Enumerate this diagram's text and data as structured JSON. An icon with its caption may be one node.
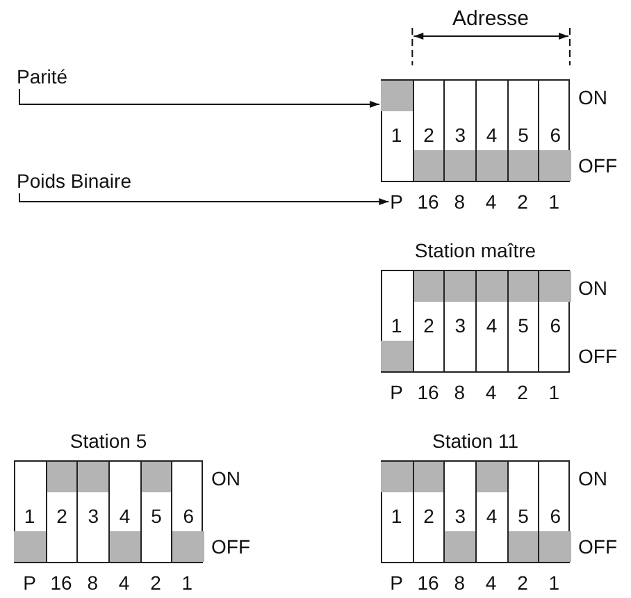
{
  "diagram": {
    "nodes": [
      {
        "text": [
          "Parité"
        ]
      },
      {
        "text": [],
        "shape": "box"
      },
      {
        "text": [
          "1"
        ],
        "in": 1
      },
      {
        "text": [
          "2"
        ],
        "in": 1
      },
      {
        "text": [
          "3"
        ],
        "in": 1
      },
      {
        "text": [
          "4"
        ],
        "in": 1
      },
      {
        "text": [
          "5"
        ],
        "in": 1
      },
      {
        "text": [
          "6"
        ],
        "in": 1
      },
      {
        "text": [
          "Poids Binaire"
        ]
      },
      {
        "text": [
          "P"
        ]
      },
      {
        "text": [
          "Station maître"
        ]
      },
      {
        "text": [
          "1"
        ],
        "in": 10
      },
      {
        "text": [
          "2"
        ],
        "in": 10
      },
      {
        "text": [
          "3"
        ],
        "in": 10
      },
      {
        "text": [
          "4"
        ],
        "in": 10
      },
      {
        "text": [
          "5"
        ],
        "in": 10
      },
      {
        "text": [
          "6"
        ],
        "in": 10
      },
      {
        "text": [
          "Station 5"
        ]
      },
      {
        "text": [
          "1"
        ],
        "in": 17
      },
      {
        "text": [
          "2"
        ],
        "in": 17
      },
      {
        "text": [
          "3"
        ],
        "in": 17
      },
      {
        "text": [
          "4"
        ],
        "in": 17
      },
      {
        "text": [
          "5"
        ],
        "in": 17
      },
      {
        "text": [
          "6"
        ],
        "in": 17
      },
      {
        "text": [
          "Station 11"
        ]
      },
      {
        "text": [
          "1"
        ],
        "in": 24
      },
      {
        "text": [
          "2"
        ],
        "in": 24
      },
      {
        "text": [
          "3"
        ],
        "in": 24
      },
      {
        "text": [
          "4"
        ],
        "in": 24
      },
      {
        "text": [
          "5"
        ],
        "in": 24
      },
      {
        "text": [
          "6"
        ],
        "in": 24
      }
    ],
    "edges": [
      {
        "from": 0,
        "to": 2,
        "arrow": "to"
      },
      {
        "from": 8,
        "to": 9,
        "arrow": "to"
      }
    ],
    "labels": [
      "Adresse",
      "ON",
      "OFF",
      "16",
      "8",
      "4",
      "2",
      "1",
      "ON",
      "OFF",
      "P",
      "16",
      "8",
      "4",
      "2",
      "1",
      "ON",
      "OFF",
      "P",
      "16",
      "8",
      "4",
      "2",
      "1",
      "ON",
      "OFF",
      "P",
      "16",
      "8",
      "4",
      "2",
      "1"
    ]
  }
}
